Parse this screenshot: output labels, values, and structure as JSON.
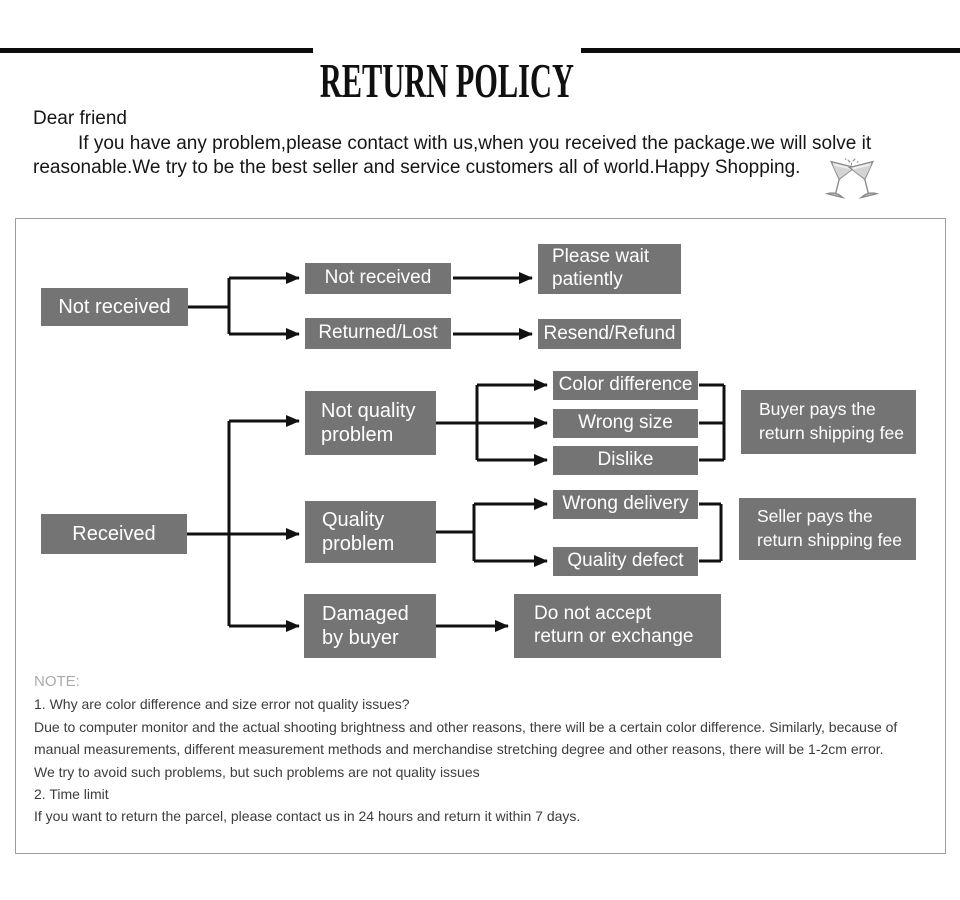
{
  "title": "RETURN POLICY",
  "intro": {
    "greeting": "Dear friend",
    "line1": "If you have any problem,please contact with us,when you received the package.we will solve it",
    "line2": "reasonable.We try to be the best seller and service customers all of world.Happy Shopping.",
    "icon": "clinking-glasses"
  },
  "flowchart": {
    "nodes": {
      "not_received": "Not received",
      "branch_not_received": "Not received",
      "returned_lost": "Returned/Lost",
      "please_wait": "Please wait\npatiently",
      "resend_refund": "Resend/Refund",
      "received": "Received",
      "not_quality_problem": "Not quality\nproblem",
      "quality_problem": "Quality\nproblem",
      "damaged_by_buyer": "Damaged\nby buyer",
      "color_difference": "Color difference",
      "wrong_size": "Wrong size",
      "dislike": "Dislike",
      "wrong_delivery": "Wrong delivery",
      "quality_defect": "Quality defect",
      "buyer_pays": "Buyer pays the\nreturn shipping fee",
      "seller_pays": "Seller pays the\nreturn shipping fee",
      "do_not_accept": "Do not accept\nreturn or exchange"
    },
    "colors": {
      "node_bg": "#747474",
      "node_text": "#ffffff",
      "connector": "#111111",
      "border": "#9c9c9c"
    }
  },
  "notes": {
    "label": "NOTE:",
    "lines": [
      "1. Why are color difference and size error not quality issues?",
      "Due to computer monitor and the actual shooting brightness and other reasons, there will be a certain color difference. Similarly, because of",
      "manual measurements, different measurement methods and merchandise stretching degree and other reasons, there will be 1-2cm error.",
      "We try to avoid such problems, but such problems are not quality issues",
      "2. Time limit",
      "If you want to return the parcel, please contact us in 24 hours and return it within 7 days."
    ]
  }
}
